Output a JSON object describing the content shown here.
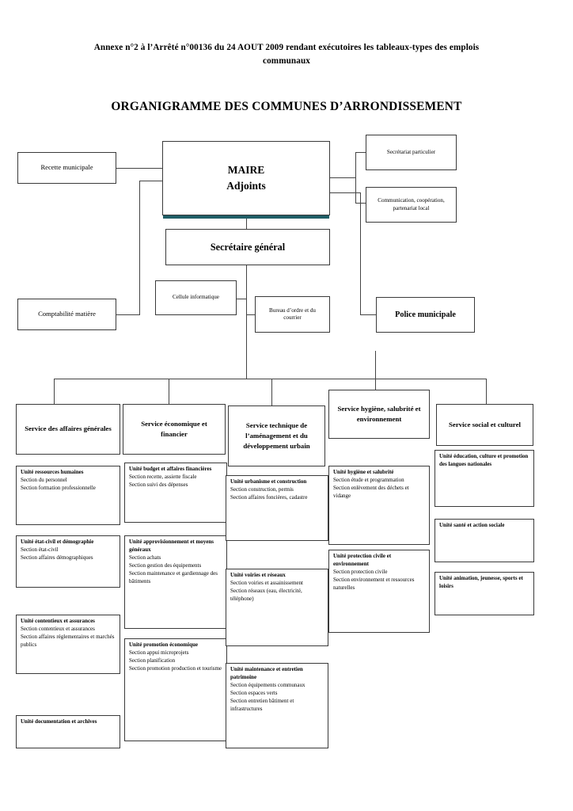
{
  "document": {
    "header": "Annexe n°2 à l’Arrêté n°00136 du 24 AOUT 2009 rendant exécutoires les tableaux-types des emplois communaux",
    "title": "ORGANIGRAMME DES COMMUNES D’ARRONDISSEMENT"
  },
  "colors": {
    "box_border": "#3a3a3a",
    "connector": "#444444",
    "maire_accent": "#1f5e66",
    "background": "#ffffff"
  },
  "executive": {
    "maire": "MAIRE\nAdjoints",
    "maire_line1": "MAIRE",
    "maire_line2": "Adjoints",
    "secretaire_general": "Secrétaire général",
    "recette_municipale": "Recette municipale",
    "secretariat_particulier": "Secrétariat particulier",
    "communication": "Communication, coopération, partenariat local",
    "comptabilite_matiere": "Comptabilité matière",
    "cellule_informatique": "Cellule informatique",
    "bureau_ordre": "Bureau d’ordre et du courrier",
    "police_municipale": "Police municipale"
  },
  "services": [
    {
      "name": "Service des affaires générales",
      "units": [
        {
          "title": "Unité ressources humaines",
          "sections": [
            "Section du personnel",
            "Section formation professionnelle"
          ]
        },
        {
          "title": "Unité état-civil et démographie",
          "sections": [
            "Section état-civil",
            "Section affaires démographiques"
          ]
        },
        {
          "title": "Unité contentieux et assurances",
          "sections": [
            "Section contentieux et assurances",
            "Section affaires réglementaires et marchés publics"
          ]
        },
        {
          "title": "Unité documentation et archives",
          "sections": []
        }
      ]
    },
    {
      "name": "Service économique et financier",
      "units": [
        {
          "title": "Unité budget et affaires financières",
          "sections": [
            "Section recette, assiette fiscale",
            "Section suivi des dépenses"
          ]
        },
        {
          "title": "Unité approvisionnement et moyens généraux",
          "sections": [
            "Section achats",
            "Section gestion des équipements",
            "Section maintenance et gardiennage des bâtiments"
          ]
        },
        {
          "title": "Unité promotion économique",
          "sections": [
            "Section appui microprojets",
            "Section planification",
            "Section promotion production et tourisme"
          ]
        }
      ]
    },
    {
      "name": "Service technique de l’aménagement et du développement urbain",
      "units": [
        {
          "title": "Unité urbanisme et construction",
          "sections": [
            "Section construction, permis",
            "Section affaires foncières, cadastre"
          ]
        },
        {
          "title": "Unité voiries et réseaux",
          "sections": [
            "Section voiries et assainissement",
            "Section réseaux (eau, électricité, téléphone)"
          ]
        },
        {
          "title": "Unité maintenance et entretien patrimoine",
          "sections": [
            "Section équipements communaux",
            "Section espaces verts",
            "Section entretien bâtiment et infrastructures"
          ]
        }
      ]
    },
    {
      "name": "Service hygiène, salubrité et environnement",
      "units": [
        {
          "title": "Unité hygiène et salubrité",
          "sections": [
            "Section étude et programmation",
            "Section enlèvement des déchets et vidange"
          ]
        },
        {
          "title": "Unité protection civile et environnement",
          "sections": [
            "Section protection civile",
            "Section environnement et ressources naturelles"
          ]
        }
      ]
    },
    {
      "name": "Service social et culturel",
      "units": [
        {
          "title": "Unité éducation, culture et promotion des langues nationales",
          "sections": []
        },
        {
          "title": "Unité santé et action sociale",
          "sections": []
        },
        {
          "title": "Unité animation, jeunesse, sports et loisirs",
          "sections": []
        }
      ]
    }
  ]
}
